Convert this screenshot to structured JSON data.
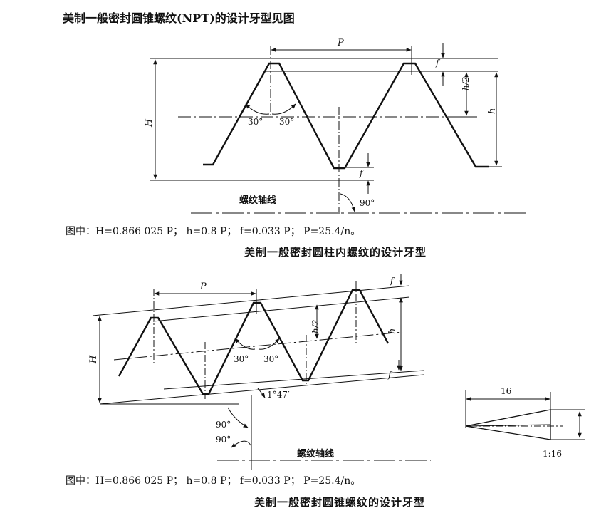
{
  "intro": "美制一般密封圆锥螺纹(NPT)的设计牙型见图",
  "figure1": {
    "labels": {
      "P": "P",
      "f_top": "f",
      "h_half": "h/2",
      "h": "h",
      "H": "H",
      "angle_left": "30°",
      "angle_right": "30°",
      "f_bottom": "f",
      "right_angle": "90°",
      "axis": "螺纹轴线"
    },
    "formula": "图中：H=0.866 025 P；  h=0.8 P；  f=0.033 P；  P=25.4/n。",
    "caption": "美制一般密封圆柱内螺纹的设计牙型"
  },
  "figure2": {
    "labels": {
      "P": "P",
      "f_top": "f",
      "h_half": "h/2",
      "h": "h",
      "H": "H",
      "angle_left": "30°",
      "angle_right": "30°",
      "f_bottom": "f",
      "taper_angle": "1°47′",
      "right_angle_1": "90°",
      "right_angle_2": "90°",
      "axis": "螺纹轴线"
    },
    "taper": {
      "length": "16",
      "ratio": "1:16"
    },
    "formula": "图中：H=0.866 025 P；  h=0.8 P；  f=0.033 P；  P=25.4/n。",
    "caption": "美制一般密封圆锥螺纹的设计牙型"
  }
}
